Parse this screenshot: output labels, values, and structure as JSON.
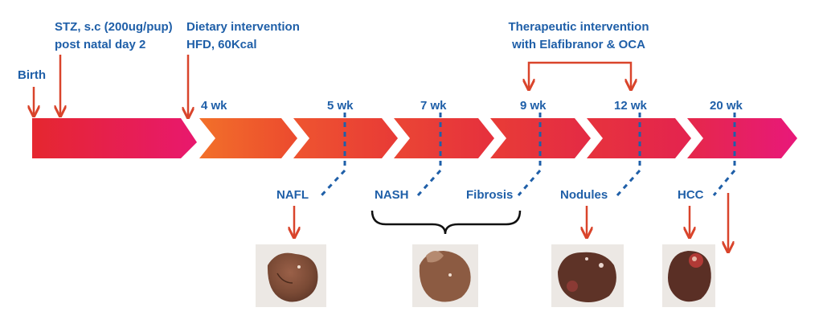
{
  "events": {
    "birth": "Birth",
    "stz_line1": "STZ, s.c (200ug/pup)",
    "stz_line2": "post natal day 2",
    "diet_line1": "Dietary intervention",
    "diet_line2": "HFD, 60Kcal",
    "therapy_line1": "Therapeutic intervention",
    "therapy_line2": "with Elafibranor & OCA"
  },
  "timepoints": [
    "4 wk",
    "5 wk",
    "7 wk",
    "9 wk",
    "12 wk",
    "20 wk"
  ],
  "stages": [
    "NAFL",
    "NASH",
    "Fibrosis",
    "Nodules",
    "HCC"
  ],
  "colors": {
    "label_blue": "#1f5fa8",
    "arrow_red": "#d9442b",
    "band_start": "#e8402b",
    "band_end": "#e8186e",
    "band_orange": "#f0642a",
    "liver_brown": "#7a4a35"
  }
}
